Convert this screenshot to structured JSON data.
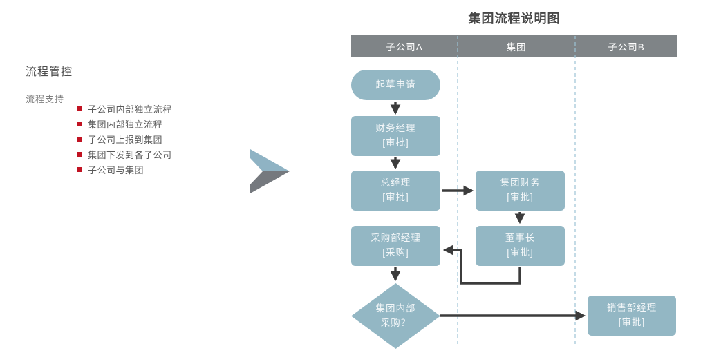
{
  "left_panel": {
    "heading": "流程管控",
    "subheading": "流程支持",
    "bullets": [
      "子公司内部独立流程",
      "集团内部独立流程",
      "子公司上报到集团",
      "集团下发到各子公司",
      "子公司与集团"
    ]
  },
  "diagram": {
    "title": "集团流程说明图",
    "lanes": [
      "子公司A",
      "集团",
      "子公司B"
    ],
    "nodes": {
      "start": {
        "label": "起草申请"
      },
      "finance_manager": {
        "title": "财务经理",
        "subtitle": "[审批]"
      },
      "general_manager": {
        "title": "总经理",
        "subtitle": "[审批]"
      },
      "purchasing_manager": {
        "title": "采购部经理",
        "subtitle": "[采购]"
      },
      "decision": {
        "line1": "集团内部",
        "line2": "采购？"
      },
      "group_finance": {
        "title": "集团财务",
        "subtitle": "[审批]"
      },
      "chairman": {
        "title": "董事长",
        "subtitle": "[审批]"
      },
      "sales_manager": {
        "title": "销售部经理",
        "subtitle": "[审批]"
      }
    },
    "colors": {
      "node_fill": "#93b7c4",
      "header_fill": "#7f8487",
      "arrow": "#3c3c3c",
      "lane_divider": "#9cc3d5",
      "bullet": "#c11322",
      "chevron_top": "#8fb3c4",
      "chevron_bottom": "#75797e"
    }
  }
}
